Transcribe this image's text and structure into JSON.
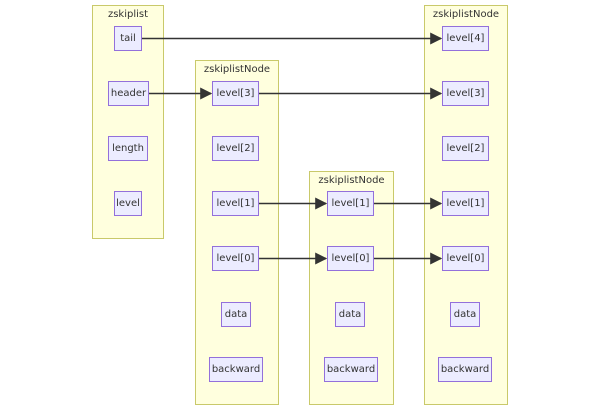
{
  "groups": {
    "zskiplist": "zskiplist",
    "node_a": "zskiplistNode",
    "node_b": "zskiplistNode",
    "node_c": "zskiplistNode"
  },
  "zskiplist": {
    "tail": "tail",
    "header": "header",
    "length": "length",
    "level": "level"
  },
  "node_a": {
    "level3": "level[3]",
    "level2": "level[2]",
    "level1": "level[1]",
    "level0": "level[0]",
    "data": "data",
    "backward": "backward"
  },
  "node_b": {
    "level1": "level[1]",
    "level0": "level[0]",
    "data": "data",
    "backward": "backward"
  },
  "node_c": {
    "level4": "level[4]",
    "level3": "level[3]",
    "level2": "level[2]",
    "level1": "level[1]",
    "level0": "level[0]",
    "data": "data",
    "backward": "backward"
  },
  "edges": [
    {
      "from": "zskiplist-tail",
      "to": "node-c-level4"
    },
    {
      "from": "zskiplist-header",
      "to": "node-a-level3"
    },
    {
      "from": "node-a-level3",
      "to": "node-c-level3"
    },
    {
      "from": "node-a-level1",
      "to": "node-b-level1"
    },
    {
      "from": "node-b-level1",
      "to": "node-c-level1"
    },
    {
      "from": "node-a-level0",
      "to": "node-b-level0"
    },
    {
      "from": "node-b-level0",
      "to": "node-c-level0"
    }
  ],
  "colors": {
    "group_fill": "#ffffde",
    "group_border": "#c9c96a",
    "node_fill": "#ececff",
    "node_border": "#9370db",
    "edge": "#333333"
  }
}
